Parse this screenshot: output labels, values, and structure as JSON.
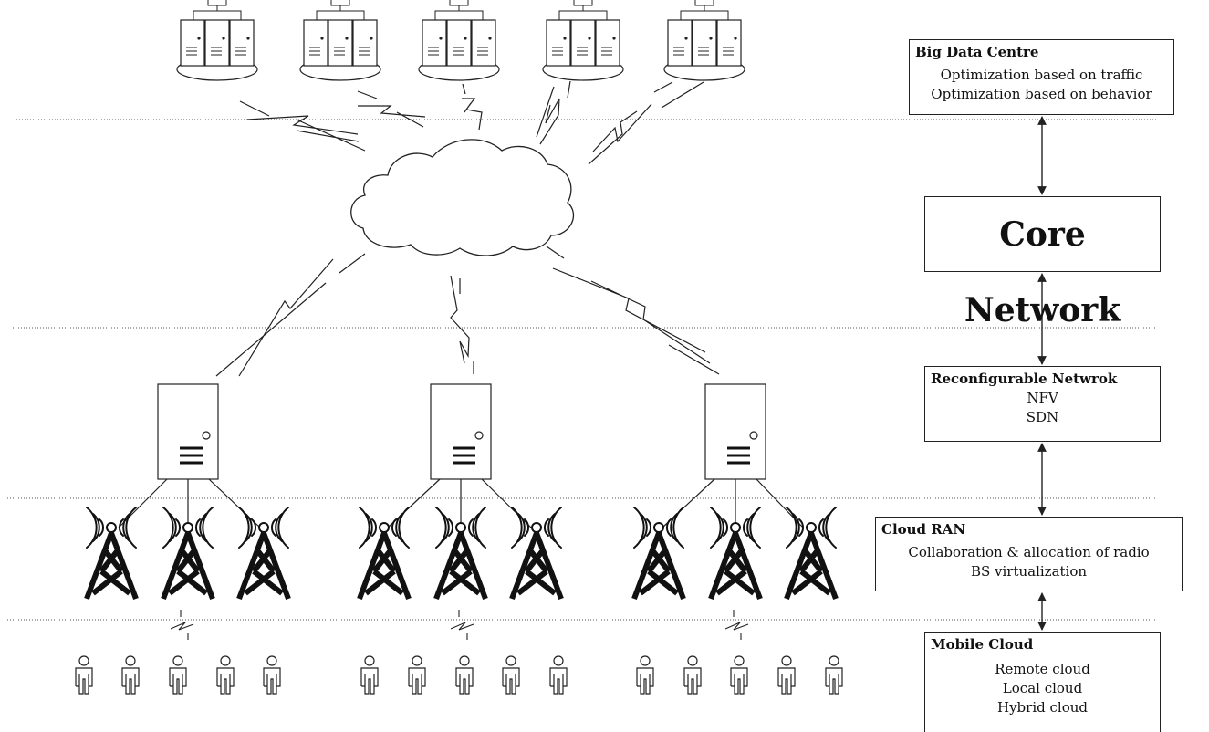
{
  "layers": {
    "big_data": {
      "title": "Big Data Centre",
      "lines": [
        "Optimization based on traffic",
        "Optimization based on behavior"
      ]
    },
    "core": {
      "title": "Core Network"
    },
    "reconfigurable": {
      "title": "Reconfigurable Netwrok",
      "lines": [
        "NFV",
        "SDN"
      ]
    },
    "cloud_ran": {
      "title": "Cloud RAN",
      "lines": [
        "Collaboration & allocation of  radio",
        "BS virtualization"
      ]
    },
    "mobile_cloud": {
      "title": "Mobile Cloud",
      "lines": [
        "Remote cloud",
        "Local cloud",
        "Hybrid cloud"
      ]
    }
  },
  "counts": {
    "data_centers": 5,
    "baseband_units": 3,
    "towers_per_unit": 3,
    "users_per_unit": 5
  },
  "colors": {
    "stroke": "#222222",
    "tower": "#111111",
    "divider": "#555555"
  }
}
